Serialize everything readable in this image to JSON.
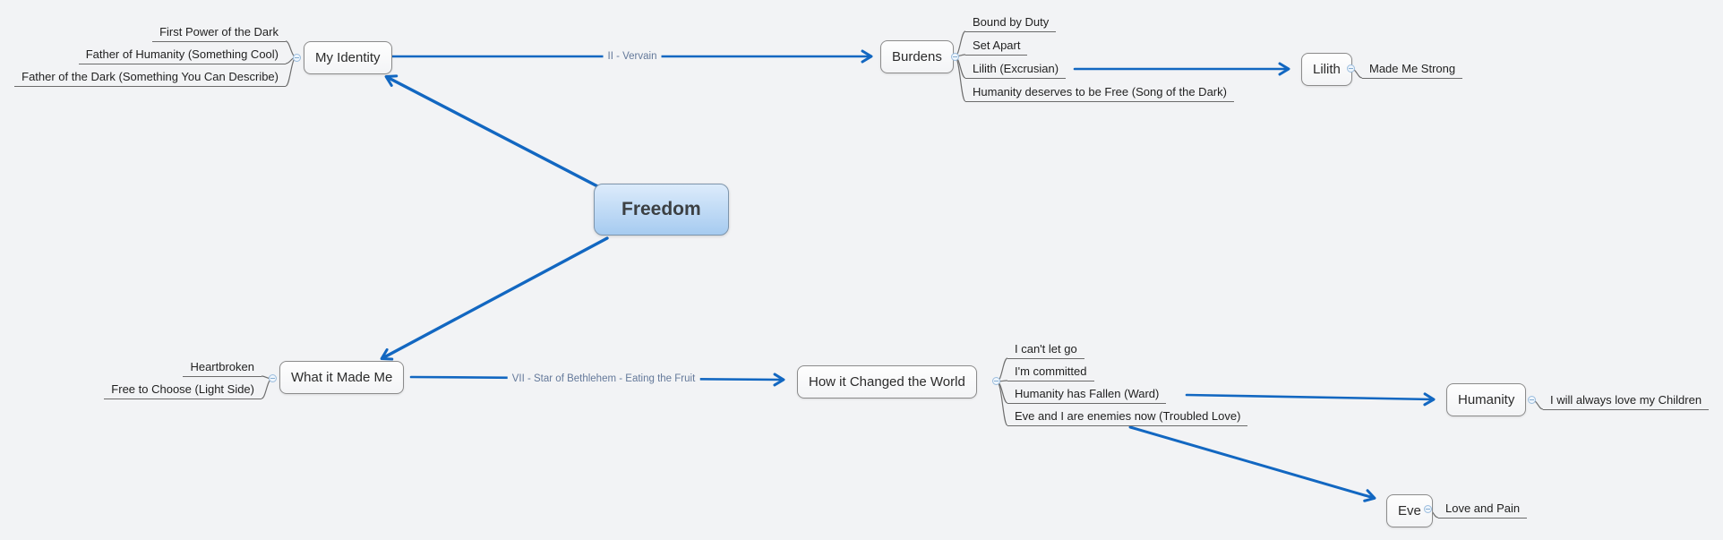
{
  "app": {
    "background": "#f2f3f5"
  },
  "root": {
    "label": "Freedom"
  },
  "topics": {
    "my_identity": {
      "label": "My Identity",
      "children": [
        "First Power of the Dark",
        "Father of Humanity (Something Cool)",
        "Father of the Dark (Something You Can Describe)"
      ]
    },
    "burdens": {
      "label": "Burdens",
      "children": [
        "Bound by Duty",
        "Set Apart",
        "Lilith (Excrusian)",
        "Humanity deserves to be Free (Song of the Dark)"
      ]
    },
    "lilith": {
      "label": "Lilith",
      "children": [
        "Made Me Strong"
      ]
    },
    "what_it_made_me": {
      "label": "What it Made Me",
      "children": [
        "Heartbroken",
        "Free to Choose (Light Side)"
      ]
    },
    "how_it_changed": {
      "label": "How it Changed the World",
      "children": [
        "I can't let go",
        "I'm committed",
        "Humanity has Fallen (Ward)",
        "Eve and I are enemies now (Troubled Love)"
      ]
    },
    "humanity": {
      "label": "Humanity",
      "children": [
        "I will always love my Children"
      ]
    },
    "eve": {
      "label": "Eve",
      "children": [
        "Love and Pain"
      ]
    }
  },
  "relationship_labels": {
    "vervain": "II - Vervain",
    "star_of_bethlehem": "VII - Star of Bethlehem - Eating the Fruit"
  },
  "colors": {
    "connector_blue": "#1267c1",
    "underline_gray": "#6b6b6b",
    "label_text": "#64799a",
    "central_fill_top": "#dcebfb",
    "central_fill_bottom": "#a6cbf0"
  }
}
